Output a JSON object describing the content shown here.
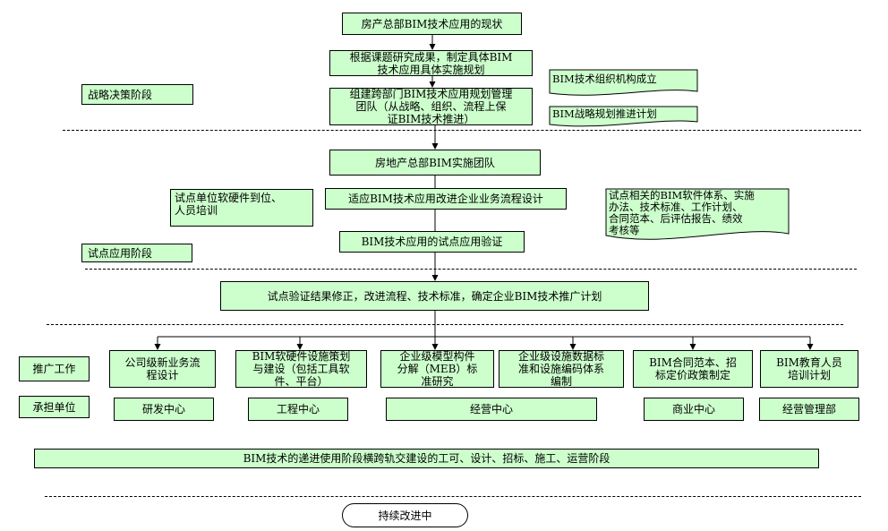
{
  "flow": {
    "b1": "房产总部BIM技术应用的现状",
    "b2": "根据课题研究成果，制定具体BIM\n技术应用具体实施规划",
    "b3": "组建跨部门BIM技术应用规划管理\n团队（从战略、组织、流程上保\n证BIM技术推进）",
    "b4": "房地产总部BIM实施团队",
    "b5": "适应BIM技术应用改进企业业务流程设计",
    "b6": "BIM技术应用的试点应用验证",
    "b7": "试点验证结果修正，改进流程、技术标准，确定企业BIM技术推广计划"
  },
  "notes": {
    "org": "BIM技术组织机构成立",
    "plan": "BIM战略规划推进计划",
    "pilot_hw": "试点单位软硬件到位、\n人员培训",
    "pilot_sys": "试点相关的BIM软件体系、实施\n办法、技术标准、工作计划、\n合同范本、后评估报告、绩效\n考核等"
  },
  "stages": {
    "decision": "战略决策阶段",
    "pilot": "试点应用阶段",
    "promotion": "推广工作",
    "owner": "承担单位"
  },
  "tasks": [
    "公司级新业务流\n程设计",
    "BIM软硬件设施策划\n与建设（包括工具软\n件、平台）",
    "企业级模型构件\n分解（MEB）标\n准研究",
    "企业级设施数据标\n准和设施编码体系\n编制",
    "BIM合同范本、招\n标定价政策制定",
    "BIM教育人员\n培训计划"
  ],
  "units": [
    "研发中心",
    "工程中心",
    "经营中心",
    "商业中心",
    "经营管理部"
  ],
  "bottom": {
    "bar": "BIM技术的递进使用阶段横跨轨交建设的工可、设计、招标、施工、运营阶段",
    "final": "持续改进中"
  },
  "colors": {
    "box_fill": "#ccffcc",
    "border": "#000000"
  }
}
